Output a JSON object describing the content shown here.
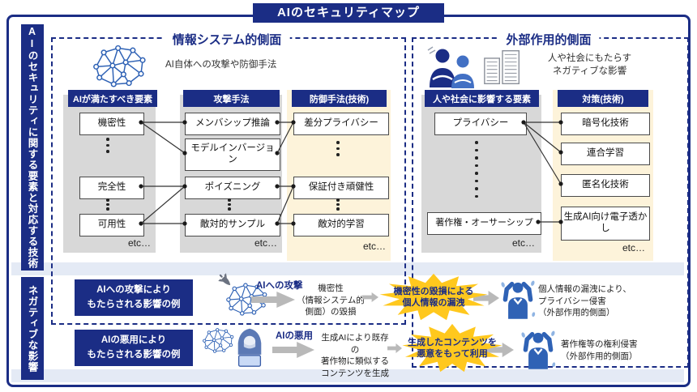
{
  "title": "AIのセキュリティマップ",
  "sidebar": {
    "top_label": "AIのセキュリティに関する要素と対応する技術",
    "bottom_label": "ネガティブな影響"
  },
  "info_panel": {
    "title": "情報システム的側面",
    "description": "AI自体への攻撃や防御手法",
    "requirements": {
      "header": "AIが満たすべき要素",
      "items": [
        "機密性",
        "完全性",
        "可用性"
      ],
      "etc": "etc…"
    },
    "attacks": {
      "header": "攻撃手法",
      "items": [
        "メンバシップ推論",
        "モデルインバージョン",
        "ポイズニング",
        "敵対的サンプル"
      ],
      "etc": "etc…"
    },
    "defenses": {
      "header": "防御手法(技術)",
      "items": [
        "差分プライバシー",
        "保証付き頑健性",
        "敵対的学習"
      ],
      "etc": "etc…"
    },
    "connections": [
      [
        "機密性",
        "メンバシップ推論"
      ],
      [
        "機密性",
        "モデルインバージョン"
      ],
      [
        "完全性",
        "ポイズニング"
      ],
      [
        "可用性",
        "ポイズニング"
      ],
      [
        "可用性",
        "敵対的サンプル"
      ],
      [
        "メンバシップ推論",
        "差分プライバシー"
      ],
      [
        "モデルインバージョン",
        "差分プライバシー"
      ],
      [
        "ポイズニング",
        "保証付き頑健性"
      ],
      [
        "敵対的サンプル",
        "保証付き頑健性"
      ],
      [
        "敵対的サンプル",
        "敵対的学習"
      ]
    ]
  },
  "external_panel": {
    "title": "外部作用的側面",
    "description_lines": [
      "人や社会にもたらす",
      "ネガティブな影響"
    ],
    "factors": {
      "header": "人や社会に影響する要素",
      "items": [
        "プライバシー",
        "著作権・オーサーシップ"
      ],
      "etc": "etc…"
    },
    "measures": {
      "header": "対策(技術)",
      "items": [
        "暗号化技術",
        "連合学習",
        "匿名化技術",
        "生成AI向け電子透かし"
      ],
      "etc": "etc…"
    },
    "connections": [
      [
        "プライバシー",
        "暗号化技術"
      ],
      [
        "プライバシー",
        "連合学習"
      ],
      [
        "プライバシー",
        "匿名化技術"
      ],
      [
        "著作権・オーサーシップ",
        "生成AI向け電子透かし"
      ]
    ]
  },
  "examples": {
    "attack": {
      "label_lines": [
        "AIへの攻撃により",
        "もたらされる影響の例"
      ],
      "arrow_label": "AIへの攻撃",
      "effect_lines": [
        "機密性",
        "（情報システム的",
        "側面）の毀損"
      ],
      "burst_lines": [
        "機密性の毀損による",
        "個人情報の漏洩"
      ],
      "outcome_lines": [
        "個人情報の漏洩により、",
        "プライバシー侵害",
        "（外部作用的側面）"
      ]
    },
    "misuse": {
      "label_lines": [
        "AIの悪用により",
        "もたらされる影響の例"
      ],
      "arrow_label": "AIの悪用",
      "effect_lines": [
        "生成AIにより既存の",
        "著作物に類似する",
        "コンテンツを生成"
      ],
      "burst_lines": [
        "生成したコンテンツを",
        "悪意をもって利用"
      ],
      "outcome_lines": [
        "著作権等の権利侵害",
        "（外部作用的側面）"
      ]
    }
  },
  "colors": {
    "navy": "#1b2d85",
    "column_gray": "#d8d8d8",
    "column_cream": "#fdf3da",
    "burst_yellow": "#ffc81e",
    "arrow_gray": "#b9b9b9",
    "icon_blue": "#2f62b5",
    "band_blue": "#e4eaf5"
  }
}
